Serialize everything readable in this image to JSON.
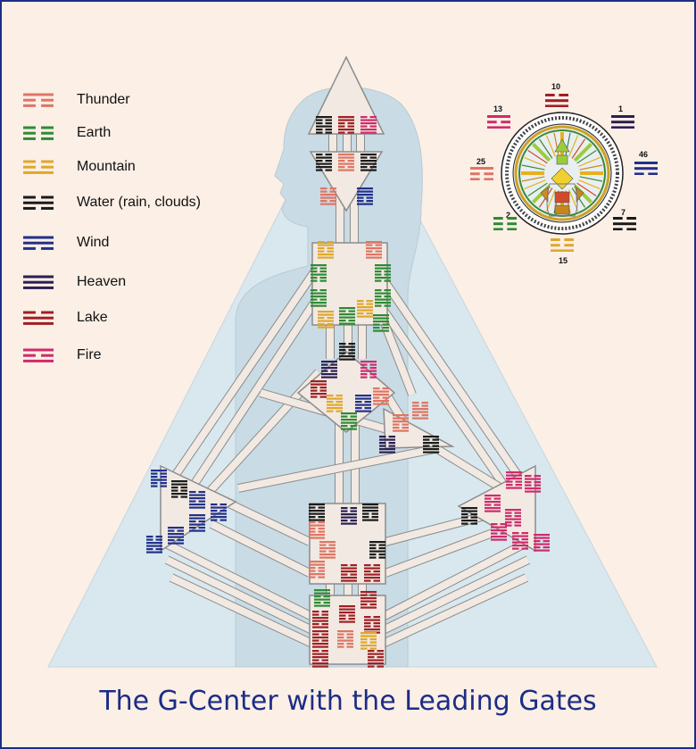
{
  "title": "The G-Center with the Leading Gates",
  "legend": [
    {
      "label": "Thunder",
      "color": "#e07563",
      "lines": "ybb"
    },
    {
      "label": "Earth",
      "color": "#2f8a35",
      "lines": "bbb"
    },
    {
      "label": "Mountain",
      "color": "#e0a72b",
      "lines": "bby"
    },
    {
      "label": "Water (rain, clouds)",
      "color": "#1a1a1a",
      "lines": "byb"
    },
    {
      "label": "Wind",
      "color": "#22308a",
      "lines": "yyb"
    },
    {
      "label": "Heaven",
      "color": "#2a1f52",
      "lines": "yyy"
    },
    {
      "label": "Lake",
      "color": "#a01f24",
      "lines": "byy"
    },
    {
      "label": "Fire",
      "color": "#cf2b6b",
      "lines": "yby"
    }
  ],
  "wheel": {
    "gates": [
      {
        "number": "10",
        "color": "#a01f24"
      },
      {
        "number": "1",
        "color": "#2a1f52"
      },
      {
        "number": "46",
        "color": "#22308a"
      },
      {
        "number": "7",
        "color": "#1a1a1a"
      },
      {
        "number": "15",
        "color": "#e0a72b"
      },
      {
        "number": "2",
        "color": "#2f8a35"
      },
      {
        "number": "25",
        "color": "#e07563"
      },
      {
        "number": "13",
        "color": "#cf2b6b"
      }
    ]
  },
  "colors": {
    "frame": "#1c2d86",
    "background": "#fbefe6",
    "triangle": "#d8e8ee",
    "silhouette": "#c9dbe4",
    "channel": "#f1e9e2",
    "channel_border": "#8c8c8c"
  }
}
